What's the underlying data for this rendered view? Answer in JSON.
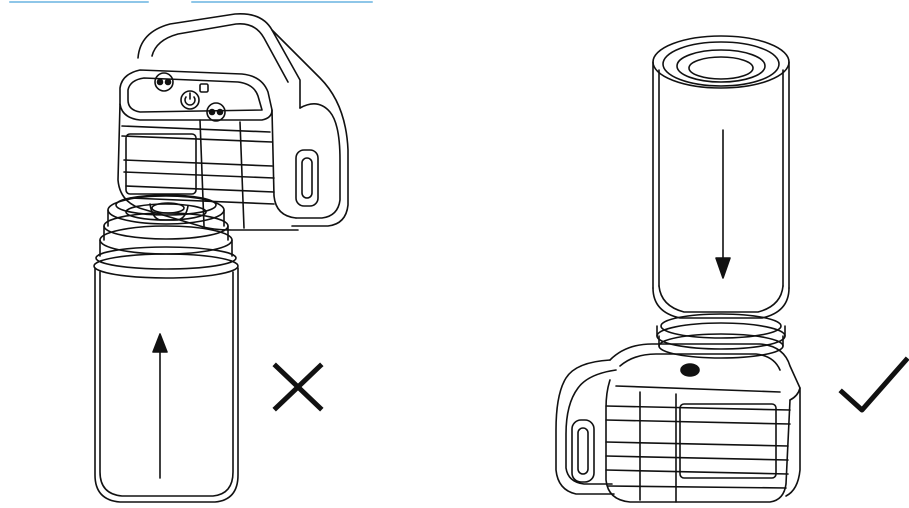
{
  "panels": [
    {
      "id": "left",
      "result": "incorrect",
      "arrow_direction": "up",
      "mark_icon": "cross-mark-icon"
    },
    {
      "id": "right",
      "result": "correct",
      "arrow_direction": "down",
      "mark_icon": "check-mark-icon"
    }
  ],
  "colors": {
    "line": "#111111",
    "background": "#ffffff",
    "accent_rule": "#8ec6e8"
  },
  "icons": {
    "cross": "cross-mark-icon",
    "check": "check-mark-icon",
    "bottle": "bottle-icon",
    "device": "device-icon"
  }
}
